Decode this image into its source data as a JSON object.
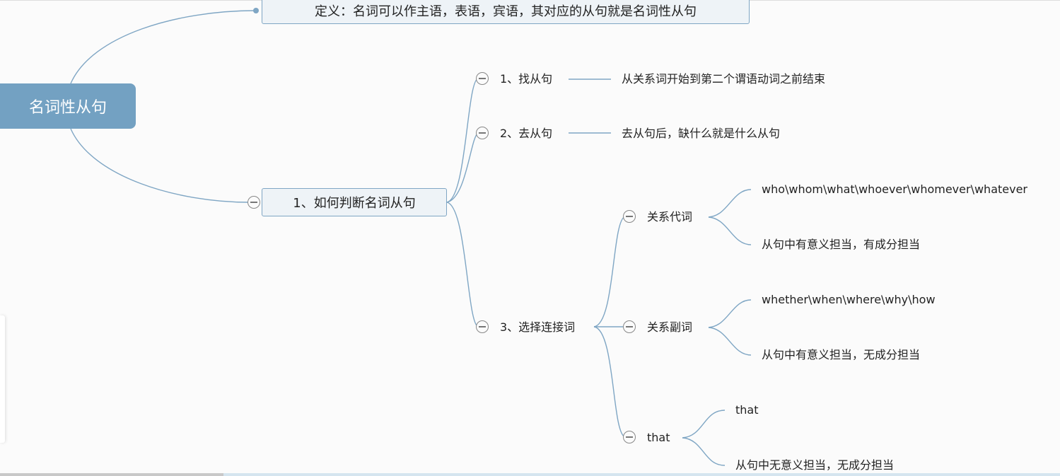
{
  "root": {
    "label": "名词性从句"
  },
  "definition": {
    "label": "定义：名词可以作主语，表语，宾语，其对应的从句就是名词性从句"
  },
  "branch1": {
    "label": "1、如何判断名词从句",
    "children": [
      {
        "label": "1、找从句",
        "note": "从关系词开始到第二个谓语动词之前结束"
      },
      {
        "label": "2、去从句",
        "note": "去从句后，缺什么就是什么从句"
      },
      {
        "label": "3、选择连接词",
        "children": [
          {
            "label": "关系代词",
            "children": [
              "who\\whom\\what\\whoever\\whomever\\whatever",
              "从句中有意义担当，有成分担当"
            ]
          },
          {
            "label": "关系副词",
            "children": [
              "whether\\when\\where\\why\\how",
              "从句中有意义担当，无成分担当"
            ]
          },
          {
            "label": "that",
            "children": [
              "that",
              "从句中无意义担当，无成分担当"
            ]
          }
        ]
      }
    ]
  },
  "colors": {
    "accent": "#73a1c2",
    "line": "#7fa6c4",
    "box_bg": "#eef3f7"
  }
}
